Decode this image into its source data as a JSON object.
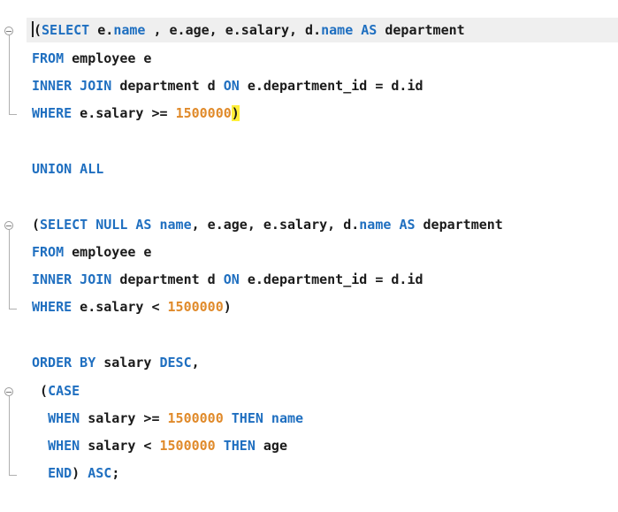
{
  "editor": {
    "lines": [
      [
        {
          "c": "txt",
          "t": "("
        },
        {
          "c": "kw",
          "t": "SELECT"
        },
        {
          "c": "txt",
          "t": " e."
        },
        {
          "c": "kw",
          "t": "name"
        },
        {
          "c": "txt",
          "t": " , e.age, e.salary, d."
        },
        {
          "c": "kw",
          "t": "name"
        },
        {
          "c": "txt",
          "t": " "
        },
        {
          "c": "kw",
          "t": "AS"
        },
        {
          "c": "txt",
          "t": " department"
        }
      ],
      [
        {
          "c": "kw",
          "t": "FROM"
        },
        {
          "c": "txt",
          "t": " employee e"
        }
      ],
      [
        {
          "c": "kw",
          "t": "INNER JOIN"
        },
        {
          "c": "txt",
          "t": " department d "
        },
        {
          "c": "kw",
          "t": "ON"
        },
        {
          "c": "txt",
          "t": " e.department_id = d.id"
        }
      ],
      [
        {
          "c": "kw",
          "t": "WHERE"
        },
        {
          "c": "txt",
          "t": " e.salary >= "
        },
        {
          "c": "num",
          "t": "1500000"
        },
        {
          "c": "txt hl",
          "t": ")"
        }
      ],
      [],
      [
        {
          "c": "kw",
          "t": "UNION ALL"
        }
      ],
      [],
      [
        {
          "c": "txt",
          "t": "("
        },
        {
          "c": "kw",
          "t": "SELECT NULL AS name"
        },
        {
          "c": "txt",
          "t": ", e.age, e.salary, d."
        },
        {
          "c": "kw",
          "t": "name"
        },
        {
          "c": "txt",
          "t": " "
        },
        {
          "c": "kw",
          "t": "AS"
        },
        {
          "c": "txt",
          "t": " department"
        }
      ],
      [
        {
          "c": "kw",
          "t": "FROM"
        },
        {
          "c": "txt",
          "t": " employee e"
        }
      ],
      [
        {
          "c": "kw",
          "t": "INNER JOIN"
        },
        {
          "c": "txt",
          "t": " department d "
        },
        {
          "c": "kw",
          "t": "ON"
        },
        {
          "c": "txt",
          "t": " e.department_id = d.id"
        }
      ],
      [
        {
          "c": "kw",
          "t": "WHERE"
        },
        {
          "c": "txt",
          "t": " e.salary < "
        },
        {
          "c": "num",
          "t": "1500000"
        },
        {
          "c": "txt",
          "t": ")"
        }
      ],
      [],
      [
        {
          "c": "kw",
          "t": "ORDER BY"
        },
        {
          "c": "txt",
          "t": " salary "
        },
        {
          "c": "kw",
          "t": "DESC"
        },
        {
          "c": "txt",
          "t": ","
        }
      ],
      [
        {
          "c": "txt",
          "t": " ("
        },
        {
          "c": "kw",
          "t": "CASE"
        }
      ],
      [
        {
          "c": "txt",
          "t": "  "
        },
        {
          "c": "kw",
          "t": "WHEN"
        },
        {
          "c": "txt",
          "t": " salary >= "
        },
        {
          "c": "num",
          "t": "1500000"
        },
        {
          "c": "txt",
          "t": " "
        },
        {
          "c": "kw",
          "t": "THEN name"
        }
      ],
      [
        {
          "c": "txt",
          "t": "  "
        },
        {
          "c": "kw",
          "t": "WHEN"
        },
        {
          "c": "txt",
          "t": " salary < "
        },
        {
          "c": "num",
          "t": "1500000"
        },
        {
          "c": "txt",
          "t": " "
        },
        {
          "c": "kw",
          "t": "THEN"
        },
        {
          "c": "txt",
          "t": " age"
        }
      ],
      [
        {
          "c": "txt",
          "t": "  "
        },
        {
          "c": "kw",
          "t": "END"
        },
        {
          "c": "txt",
          "t": ") "
        },
        {
          "c": "kw",
          "t": "ASC"
        },
        {
          "c": "txt",
          "t": ";"
        }
      ]
    ],
    "current_line": 0,
    "colors": {
      "keyword": "#1f6fc0",
      "number": "#e08a2a",
      "text": "#1a1a1a",
      "bracket_highlight": "#ffef3a",
      "current_line_bg": "#efefef"
    }
  }
}
